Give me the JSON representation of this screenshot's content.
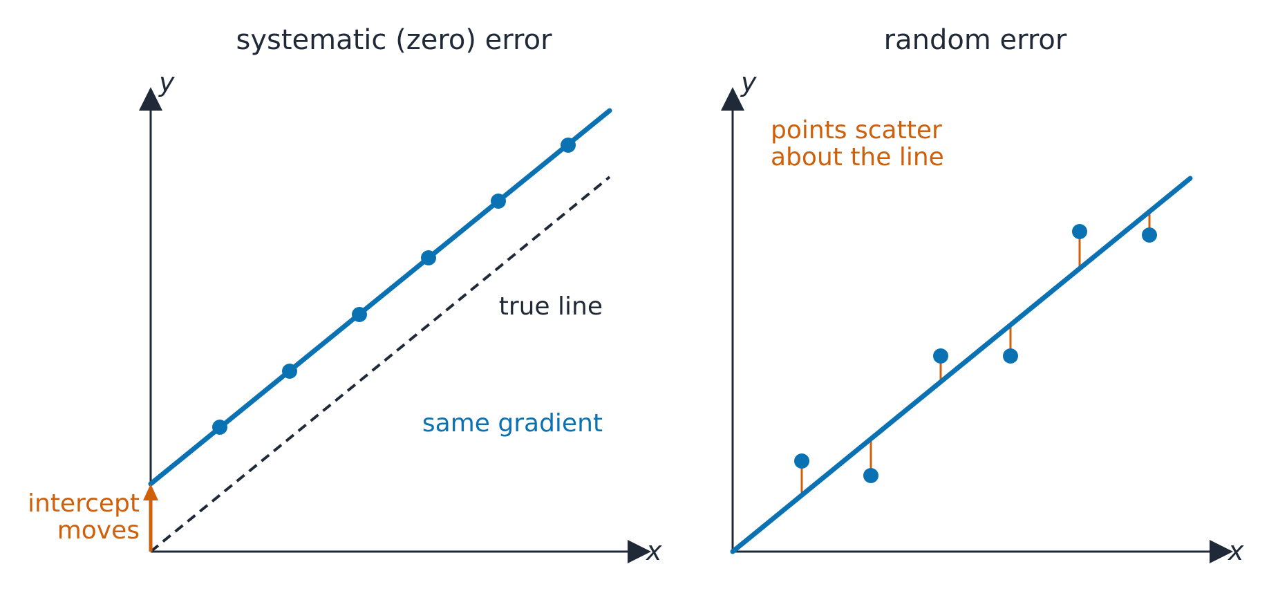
{
  "colors": {
    "axis": "#1f2937",
    "measured": "#0a72b2",
    "annotation": "#d05f0a"
  },
  "panels": [
    {
      "title": "systematic (zero) error",
      "x_axis_label": "x",
      "y_axis_label": "y",
      "annotations": {
        "true_line": "true line",
        "same_gradient": "same gradient",
        "intercept_line1": "intercept",
        "intercept_line2": "moves"
      }
    },
    {
      "title": "random error",
      "x_axis_label": "x",
      "y_axis_label": "y",
      "annotations": {
        "scatter_line1": "points scatter",
        "scatter_line2": "about the line"
      }
    }
  ]
}
